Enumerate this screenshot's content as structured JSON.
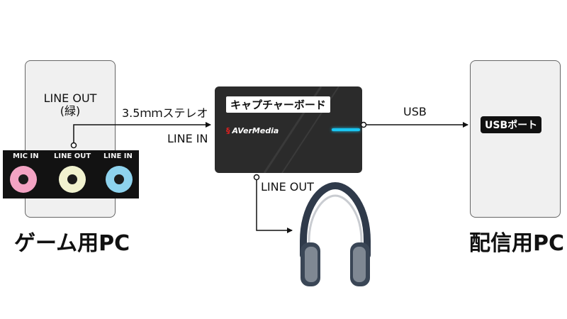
{
  "game_pc": {
    "label": "ゲーム用PC",
    "line_out_label": "LINE OUT",
    "line_out_color": "(緑)",
    "ports": [
      {
        "label": "MIC IN",
        "color": "#f3a3c3"
      },
      {
        "label": "LINE OUT",
        "color": "#f1f2cf"
      },
      {
        "label": "LINE IN",
        "color": "#8ed3ee"
      }
    ]
  },
  "capture_board": {
    "label": "キャプチャーボード",
    "brand": "AVerMedia",
    "led_color": "#19c6f2"
  },
  "stream_pc": {
    "label": "配信用PC",
    "port_label": "USBポート"
  },
  "connections": {
    "cable_label": "3.5ｍｍステレオ",
    "line_in_label": "LINE IN",
    "line_out_label": "LINE OUT",
    "usb_label": "USB"
  },
  "headphones_icon": "headphones-icon"
}
